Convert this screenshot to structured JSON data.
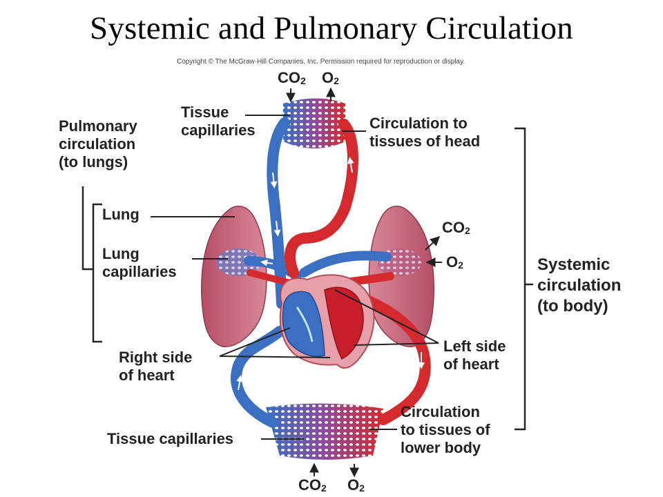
{
  "title": "Systemic and Pulmonary Circulation",
  "copyright": "Copyright © The McGraw-Hill Companies, Inc. Permission required for reproduction or display.",
  "labels": {
    "tissue_capillaries_top": "Tissue\ncapillaries",
    "circulation_head": "Circulation to\ntissues of head",
    "pulmonary": "Pulmonary\ncirculation\n(to lungs)",
    "lung": "Lung",
    "lung_capillaries": "Lung\ncapillaries",
    "systemic": "Systemic\ncirculation\n(to body)",
    "right_side": "Right side\nof heart",
    "left_side": "Left side\nof heart",
    "tissue_capillaries_bottom": "Tissue capillaries",
    "circulation_lower": "Circulation\nto tissues of\nlower body"
  },
  "gases": {
    "co2": "CO",
    "o2": "O",
    "subscript": "2"
  },
  "colors": {
    "oxygenated": "#d42a2e",
    "deoxygenated": "#3a6fc2",
    "lung_tissue": "#c9687e",
    "heart_wall": "#e8a0a8"
  }
}
